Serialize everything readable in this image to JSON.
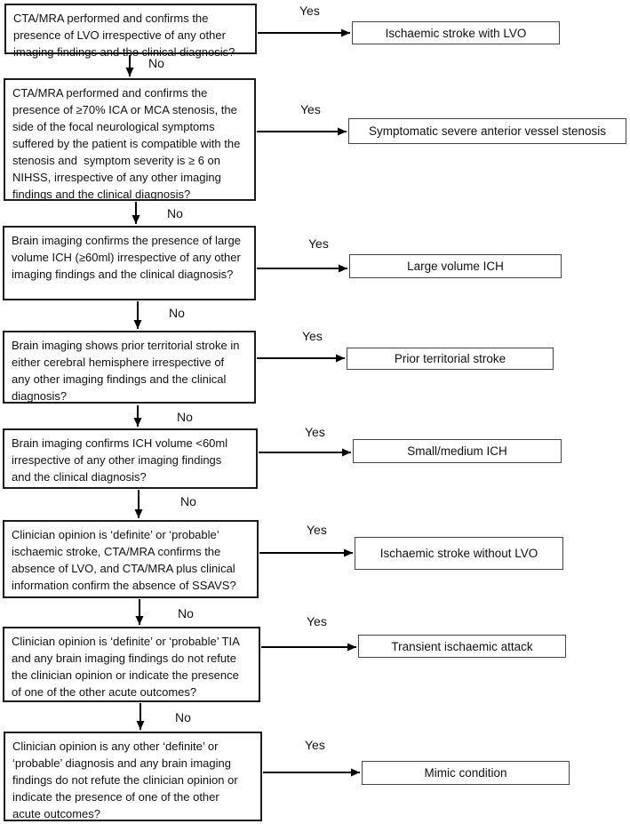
{
  "colors": {
    "background": "#ffffff",
    "decision_border": "#1b1b1b",
    "outcome_border": "#454545",
    "arrow": "#000000",
    "text": "#111111"
  },
  "flowchart": {
    "rows": [
      {
        "question": "CTA/MRA performed and confirms the\npresence of LVO irrespective of any other\nimaging findings and the clinical diagnosis?",
        "yes_label": "Yes",
        "no_label": "No",
        "outcome": "Ischaemic stroke with LVO"
      },
      {
        "question": "CTA/MRA performed and confirms the\npresence of ≥70% ICA or MCA stenosis, the\nside of the focal neurological symptoms\nsuffered by the patient is compatible with the\nstenosis and  symptom severity is ≥ 6 on\nNIHSS, irrespective of any other imaging\nfindings and the clinical diagnosis?",
        "yes_label": "Yes",
        "no_label": "No",
        "outcome": "Symptomatic severe anterior vessel stenosis"
      },
      {
        "question": "Brain imaging confirms the presence of large\nvolume ICH (≥60ml) irrespective of any other\nimaging findings and the clinical diagnosis?",
        "yes_label": "Yes",
        "no_label": "No",
        "outcome": "Large volume ICH"
      },
      {
        "question": "Brain imaging shows prior territorial stroke in\neither cerebral hemisphere irrespective of\nany other imaging findings and the clinical\ndiagnosis?",
        "yes_label": "Yes",
        "no_label": "No",
        "outcome": "Prior territorial stroke"
      },
      {
        "question": "Brain imaging confirms ICH volume <60ml\nirrespective of any other imaging findings\nand the clinical diagnosis?",
        "yes_label": "Yes",
        "no_label": "No",
        "outcome": "Small/medium ICH"
      },
      {
        "question": "Clinician opinion is ‘definite’ or ‘probable’\nischaemic stroke, CTA/MRA confirms the\nabsence of LVO, and CTA/MRA plus clinical\ninformation confirm the absence of SSAVS?",
        "yes_label": "Yes",
        "no_label": "No",
        "outcome": "Ischaemic stroke without LVO"
      },
      {
        "question": "Clinician opinion is ‘definite’ or ‘probable’ TIA\nand any brain imaging findings do not refute\nthe clinician opinion or indicate the presence\nof one of the other acute outcomes?",
        "yes_label": "Yes",
        "no_label": "No",
        "outcome": "Transient ischaemic attack"
      },
      {
        "question": "Clinician opinion is any other ‘definite’ or\n‘probable’ diagnosis and any brain imaging\nfindings do not refute the clinician opinion or\nindicate the presence of one of the other\nacute outcomes?",
        "yes_label": "Yes",
        "outcome": "Mimic condition"
      }
    ]
  }
}
